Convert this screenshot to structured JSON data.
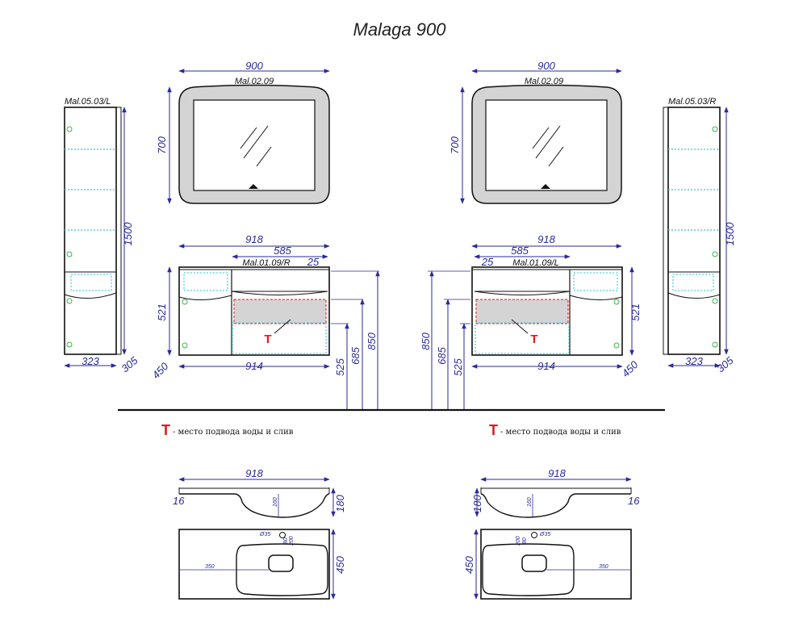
{
  "title": "Malaga 900",
  "codes": {
    "column_left": "Mal.05.03/L",
    "column_right": "Mal.05.03/R",
    "mirror": "Mal.02.09",
    "vanity_right": "Mal.01.09/R",
    "vanity_left": "Mal.01.09/L"
  },
  "dims": {
    "d900": "900",
    "d700": "700",
    "d1500": "1500",
    "d323": "323",
    "d305": "305",
    "d918": "918",
    "d585": "585",
    "d25": "25",
    "d521": "521",
    "d450": "450",
    "d914": "914",
    "d525": "525",
    "d685": "685",
    "d850": "850",
    "d16": "16",
    "d180": "180",
    "d160": "160",
    "d350": "350",
    "d35": "Ø35",
    "d80": "80",
    "d200": "200"
  },
  "legend": {
    "symbol": "T",
    "text": "- место подвода воды и слив"
  },
  "colors": {
    "dim": "#2a2a9a",
    "outline": "#111111",
    "glass": "#4fd3e0",
    "knob": "#3cb34a",
    "marker": "#e01a1a",
    "panel": "#d4d4d4"
  }
}
